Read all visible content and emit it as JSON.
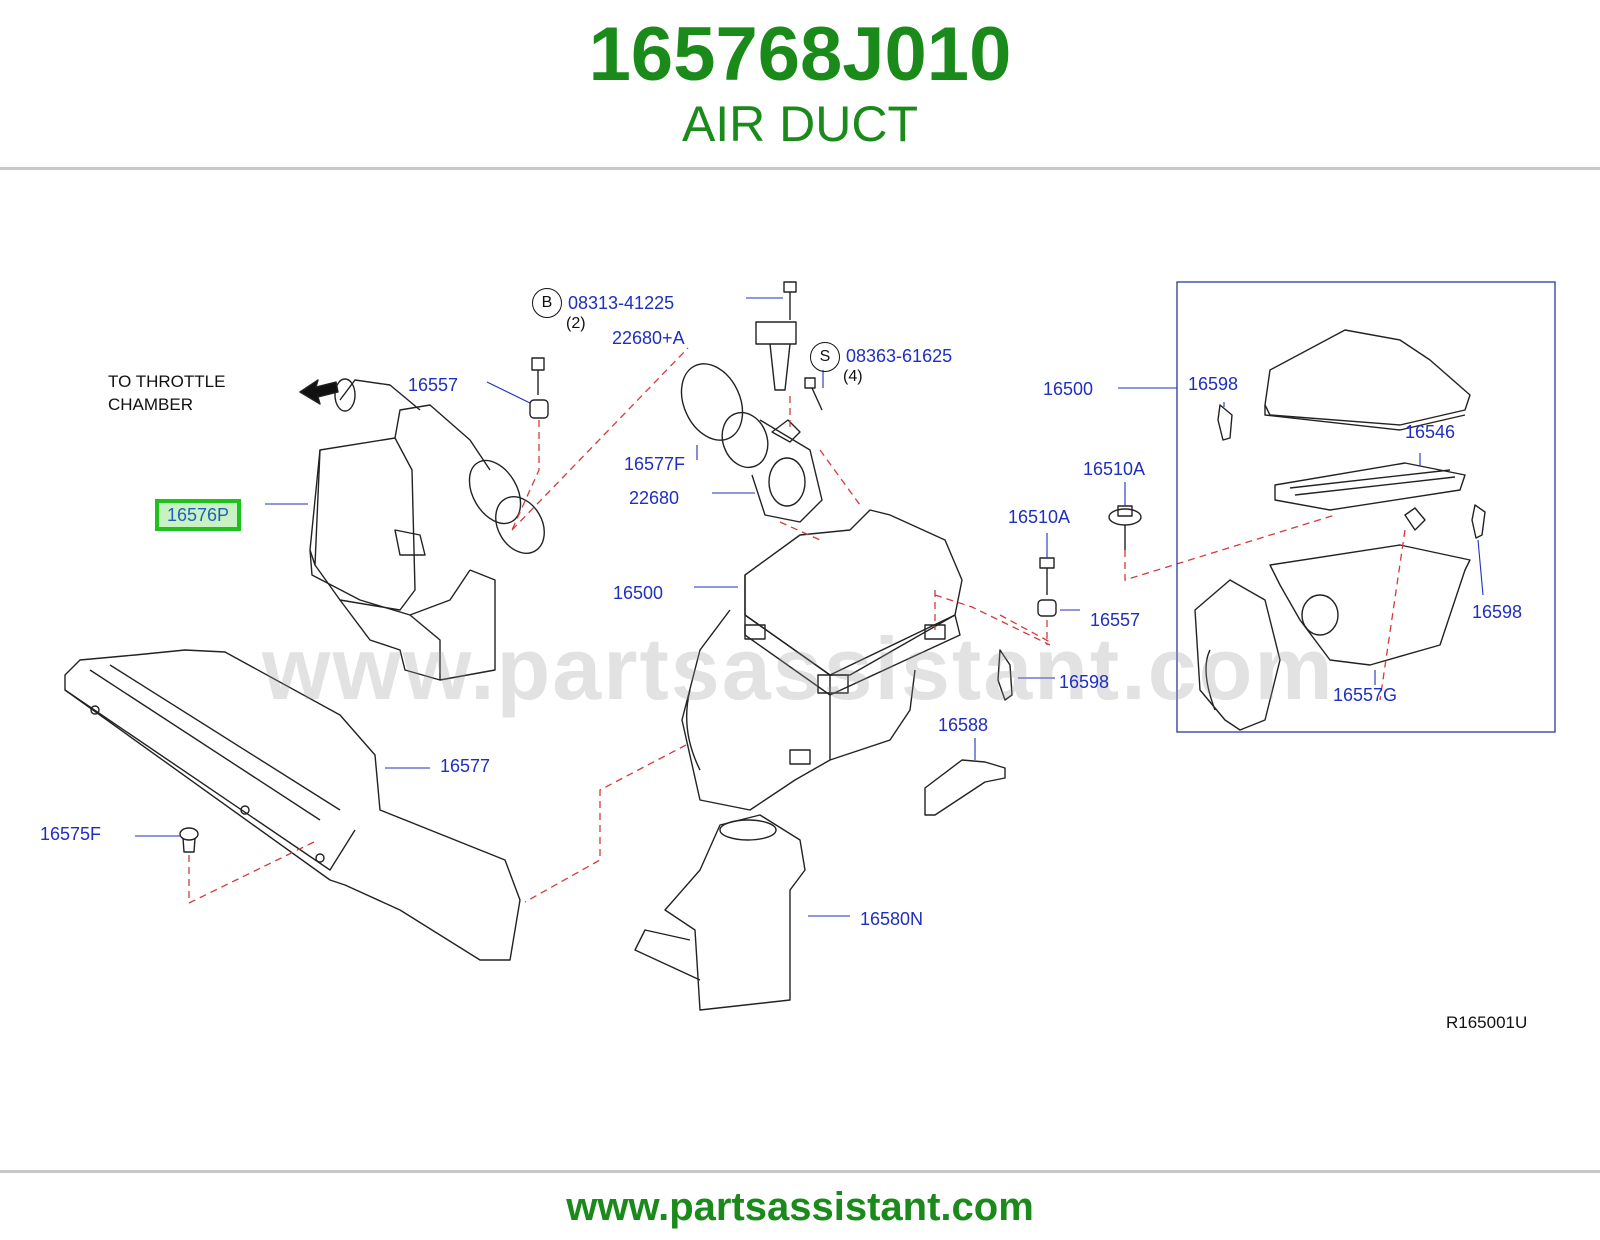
{
  "header": {
    "part_number": "165768J010",
    "part_name": "AIR DUCT"
  },
  "footer": {
    "url": "www.partsassistant.com"
  },
  "watermark": "www.partsassistant.com",
  "diagram": {
    "note_line1": "TO  THROTTLE",
    "note_line2": "CHAMBER",
    "reference_code": "R165001U",
    "highlighted_part": "16576P",
    "callouts": {
      "c08313": "08313-41225",
      "c08313_letter": "B",
      "c08313_qty": "(2)",
      "c22680a": "22680+A",
      "c08363": "08363-61625",
      "c08363_letter": "S",
      "c08363_qty": "(4)",
      "c16557_top": "16557",
      "c16577f": "16577F",
      "c22680": "22680",
      "c16500_box": "16500",
      "c16598_top": "16598",
      "c16546": "16546",
      "c16510a_right": "16510A",
      "c16510a_left": "16510A",
      "c16500_main": "16500",
      "c16557_mid": "16557",
      "c16598_right": "16598",
      "c16598_mid": "16598",
      "c16557g": "16557G",
      "c16588": "16588",
      "c16577": "16577",
      "c16575f": "16575F",
      "c16580n": "16580N"
    }
  }
}
